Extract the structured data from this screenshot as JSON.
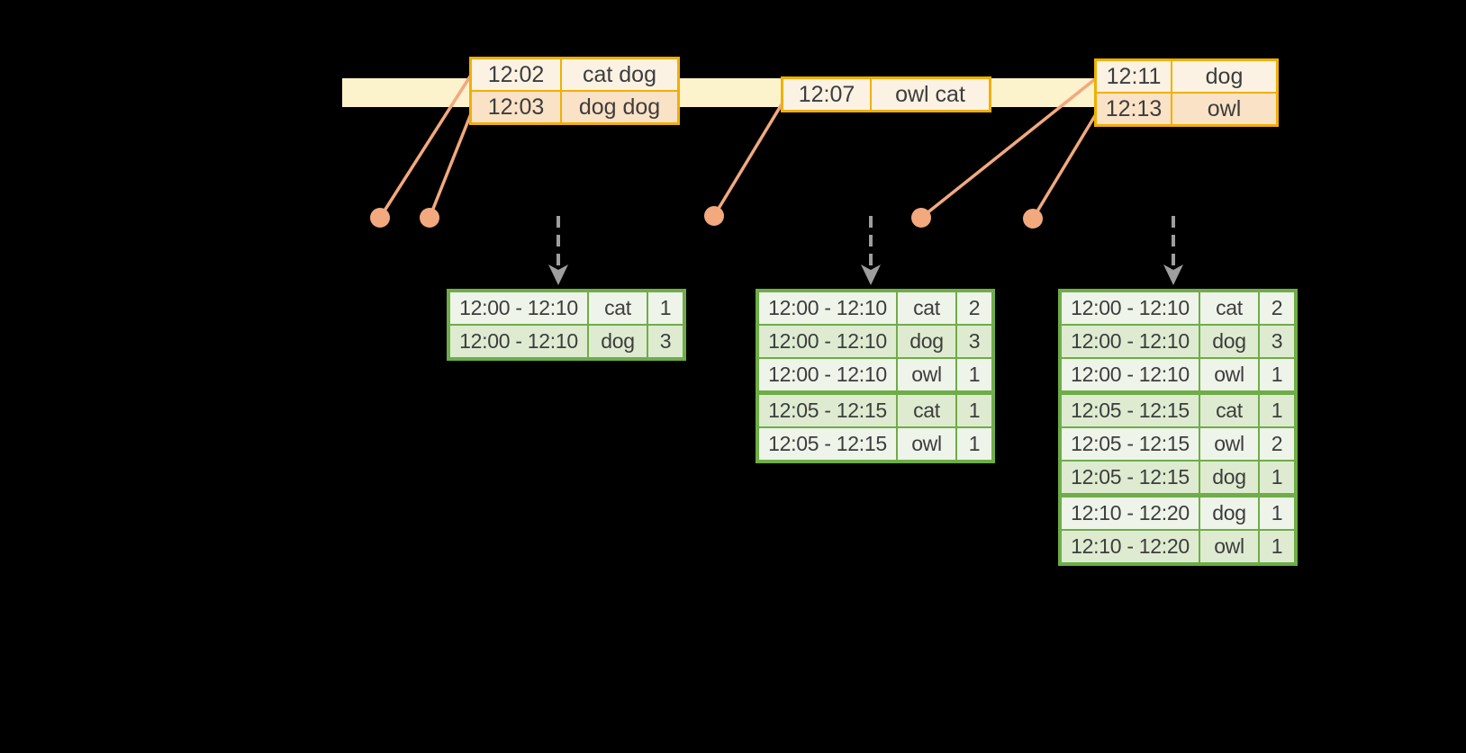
{
  "diagram": {
    "description": "event-time windowed word-count diagram: events on a timeline feed per-window count tables",
    "colors": {
      "background": "#000000",
      "timeline_band": "#FCF2CC",
      "event_border": "#F0B000",
      "event_row_dark": "#FAE2C6",
      "event_row_light": "#FCF2E3",
      "result_border": "#6EAD47",
      "result_row_green": "#DEEBD1",
      "result_row_light": "#EEF4EA",
      "event_dot": "#F2A97E",
      "trigger_arrow": "#9E9E9E",
      "text": "#3D3D3D"
    }
  },
  "timeline": {
    "events": [
      {
        "rows": [
          {
            "time": "12:02",
            "words": "cat dog"
          },
          {
            "time": "12:03",
            "words": "dog dog"
          }
        ]
      },
      {
        "rows": [
          {
            "time": "12:07",
            "words": "owl cat"
          }
        ]
      },
      {
        "rows": [
          {
            "time": "12:11",
            "words": "dog"
          },
          {
            "time": "12:13",
            "words": "owl"
          }
        ]
      }
    ]
  },
  "results": [
    {
      "rows": [
        {
          "window": "12:00 - 12:10",
          "word": "cat",
          "count": "1"
        },
        {
          "window": "12:00 - 12:10",
          "word": "dog",
          "count": "3"
        }
      ]
    },
    {
      "rows": [
        {
          "window": "12:00 - 12:10",
          "word": "cat",
          "count": "2"
        },
        {
          "window": "12:00 - 12:10",
          "word": "dog",
          "count": "3"
        },
        {
          "window": "12:00 - 12:10",
          "word": "owl",
          "count": "1"
        },
        {
          "window": "12:05 - 12:15",
          "word": "cat",
          "count": "1"
        },
        {
          "window": "12:05 - 12:15",
          "word": "owl",
          "count": "1"
        }
      ]
    },
    {
      "rows": [
        {
          "window": "12:00 - 12:10",
          "word": "cat",
          "count": "2"
        },
        {
          "window": "12:00 - 12:10",
          "word": "dog",
          "count": "3"
        },
        {
          "window": "12:00 - 12:10",
          "word": "owl",
          "count": "1"
        },
        {
          "window": "12:05 - 12:15",
          "word": "cat",
          "count": "1"
        },
        {
          "window": "12:05 - 12:15",
          "word": "owl",
          "count": "2"
        },
        {
          "window": "12:05 - 12:15",
          "word": "dog",
          "count": "1"
        },
        {
          "window": "12:10 - 12:20",
          "word": "dog",
          "count": "1"
        },
        {
          "window": "12:10 - 12:20",
          "word": "owl",
          "count": "1"
        }
      ]
    }
  ]
}
